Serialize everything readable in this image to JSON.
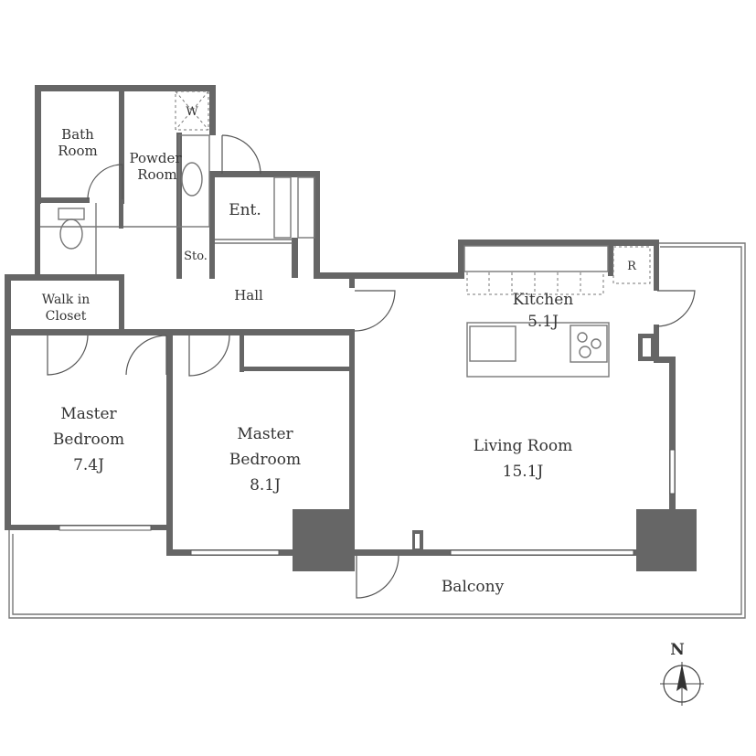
{
  "rooms": {
    "bath": {
      "line1": "Bath",
      "line2": "Room"
    },
    "powder": {
      "line1": "Powder",
      "line2": "Room"
    },
    "washer": "W",
    "entrance": "Ent.",
    "storage": "Sto.",
    "hall": "Hall",
    "walkin": {
      "line1": "Walk in",
      "line2": "Closet"
    },
    "refrigerator": "R",
    "kitchen": {
      "name": "Kitchen",
      "size": "5.1J"
    },
    "bedroom1": {
      "line1": "Master",
      "line2": "Bedroom",
      "size": "7.4J"
    },
    "bedroom2": {
      "line1": "Master",
      "line2": "Bedroom",
      "size": "8.1J"
    },
    "living": {
      "name": "Living Room",
      "size": "15.1J"
    },
    "balcony": "Balcony"
  },
  "compass": {
    "north": "N"
  }
}
